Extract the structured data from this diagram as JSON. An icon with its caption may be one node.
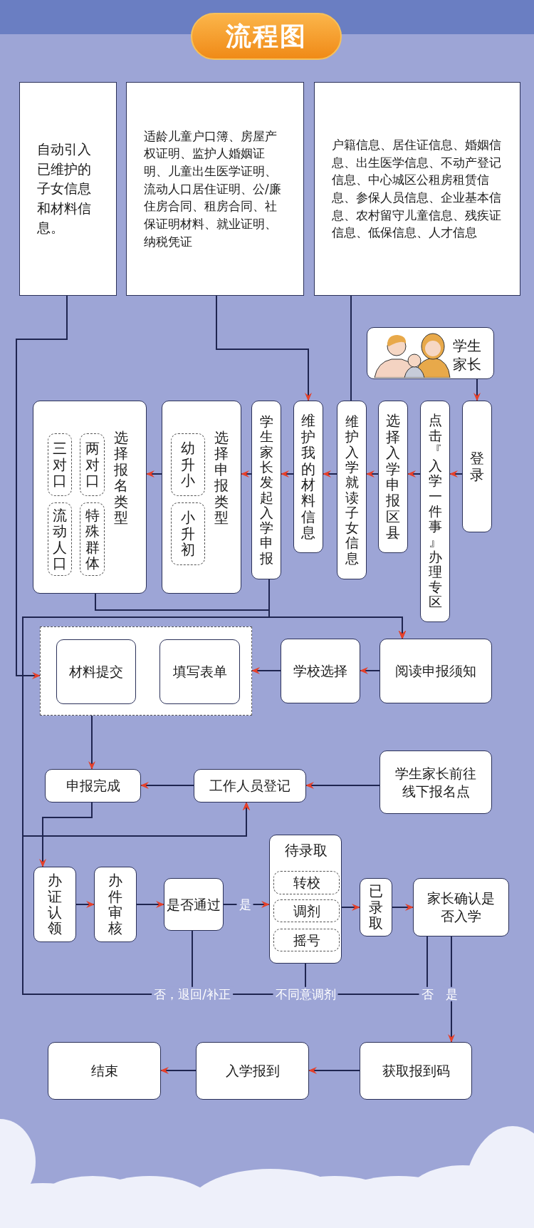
{
  "diagram": {
    "title": "流程图",
    "nodes": [
      {
        "text": [
          "自动引入已维护的子女信息和材料信息。"
        ]
      },
      {
        "text": [
          "适龄儿童户口簿、房屋产权证明、监护人婚姻证明、儿童出生医学证明、流动人口居住证明、公/廉住房合同、租房合同、社保证明材料、就业证明、纳税凭证"
        ]
      },
      {
        "text": [
          "户籍信息、居住证信息、婚姻信息、出生医学信息、不动产登记信息、中心城区公租房租赁信息、参保人员信息、企业基本信息、农村留守儿童信息、残疾证信息、低保信息、人才信息"
        ]
      },
      {
        "text": [
          "学生家长"
        ]
      },
      {
        "text": [
          "登录"
        ]
      },
      {
        "text": [
          "点击『入学一件事』办理专区"
        ]
      },
      {
        "text": [
          "选择入学申报区县"
        ]
      },
      {
        "text": [
          "维护入学就读子女信息"
        ]
      },
      {
        "text": [
          "维护我的材料信息"
        ]
      },
      {
        "text": [
          "学生家长发起入学申报"
        ]
      },
      {
        "text": [
          "选择申报类型"
        ]
      },
      {
        "text": [
          "幼升小"
        ],
        "in": 10
      },
      {
        "text": [
          "小升初"
        ],
        "in": 10
      },
      {
        "text": [
          "选择报名类型"
        ]
      },
      {
        "text": [
          "三对口"
        ],
        "in": 13
      },
      {
        "text": [
          "两对口"
        ],
        "in": 13
      },
      {
        "text": [
          "流动人口"
        ],
        "in": 13
      },
      {
        "text": [
          "特殊群体"
        ],
        "in": 13
      },
      {
        "text": [],
        "shape": "box"
      },
      {
        "text": [
          "材料提交"
        ],
        "in": 18
      },
      {
        "text": [
          "填写表单"
        ],
        "in": 18
      },
      {
        "text": [
          "学校选择"
        ]
      },
      {
        "text": [
          "阅读申报须知"
        ]
      },
      {
        "text": [
          "申报完成"
        ]
      },
      {
        "text": [
          "工作人员登记"
        ]
      },
      {
        "text": [
          "学生家长前往线下报名点"
        ]
      },
      {
        "text": [
          "办证认领"
        ]
      },
      {
        "text": [
          "办件审核"
        ]
      },
      {
        "text": [
          "是否通过"
        ]
      },
      {
        "text": [
          "待录取"
        ]
      },
      {
        "text": [
          "转校"
        ],
        "in": 29
      },
      {
        "text": [
          "调剂"
        ],
        "in": 29
      },
      {
        "text": [
          "摇号"
        ],
        "in": 29
      },
      {
        "text": [
          "已录取"
        ]
      },
      {
        "text": [
          "家长确认是否入学"
        ]
      },
      {
        "text": [
          "获取报到码"
        ]
      },
      {
        "text": [
          "入学报到"
        ]
      },
      {
        "text": [
          "结束"
        ]
      }
    ],
    "edges": [
      {
        "from": 0,
        "to": 18,
        "arrow": "to"
      },
      {
        "from": 1,
        "to": 8,
        "arrow": "to"
      },
      {
        "from": 2,
        "to": 7,
        "arrow": "none"
      },
      {
        "from": 3,
        "to": 4,
        "arrow": "to"
      },
      {
        "from": 4,
        "to": 5,
        "arrow": "to"
      },
      {
        "from": 5,
        "to": 6,
        "arrow": "to"
      },
      {
        "from": 6,
        "to": 7,
        "arrow": "to"
      },
      {
        "from": 7,
        "to": 8,
        "arrow": "to"
      },
      {
        "from": 8,
        "to": 9,
        "arrow": "to"
      },
      {
        "from": 9,
        "to": 10,
        "arrow": "to"
      },
      {
        "from": 10,
        "to": 13,
        "arrow": "to"
      },
      {
        "from": 13,
        "to": 22,
        "arrow": "to"
      },
      {
        "from": 9,
        "to": 22,
        "arrow": "to"
      },
      {
        "from": 22,
        "to": 21,
        "arrow": "to"
      },
      {
        "from": 21,
        "to": 18,
        "arrow": "to"
      },
      {
        "from": 18,
        "to": 23,
        "arrow": "to"
      },
      {
        "from": 25,
        "to": 24,
        "arrow": "to"
      },
      {
        "from": 24,
        "to": 23,
        "arrow": "to"
      },
      {
        "from": 23,
        "to": 26,
        "arrow": "to"
      },
      {
        "from": 26,
        "to": 27,
        "arrow": "to"
      },
      {
        "from": 27,
        "to": 28,
        "arrow": "to"
      },
      {
        "from": 28,
        "to": 29,
        "arrow": "to",
        "label": "是"
      },
      {
        "from": 29,
        "to": 33,
        "arrow": "to"
      },
      {
        "from": 33,
        "to": 34,
        "arrow": "to"
      },
      {
        "from": 34,
        "to": 35,
        "arrow": "to",
        "label": "是"
      },
      {
        "from": 35,
        "to": 36,
        "arrow": "to"
      },
      {
        "from": 36,
        "to": 37,
        "arrow": "to"
      },
      {
        "from": 28,
        "to": 22,
        "arrow": "to",
        "label": "否，退回/补正"
      },
      {
        "from": 28,
        "to": 24,
        "arrow": "to"
      },
      {
        "from": 29,
        "to": 22,
        "arrow": "to",
        "label": "不同意调剂"
      },
      {
        "from": 29,
        "to": 24,
        "arrow": "to"
      },
      {
        "from": 34,
        "to": 22,
        "arrow": "to",
        "label": "否"
      },
      {
        "from": 34,
        "to": 24,
        "arrow": "to"
      }
    ]
  }
}
